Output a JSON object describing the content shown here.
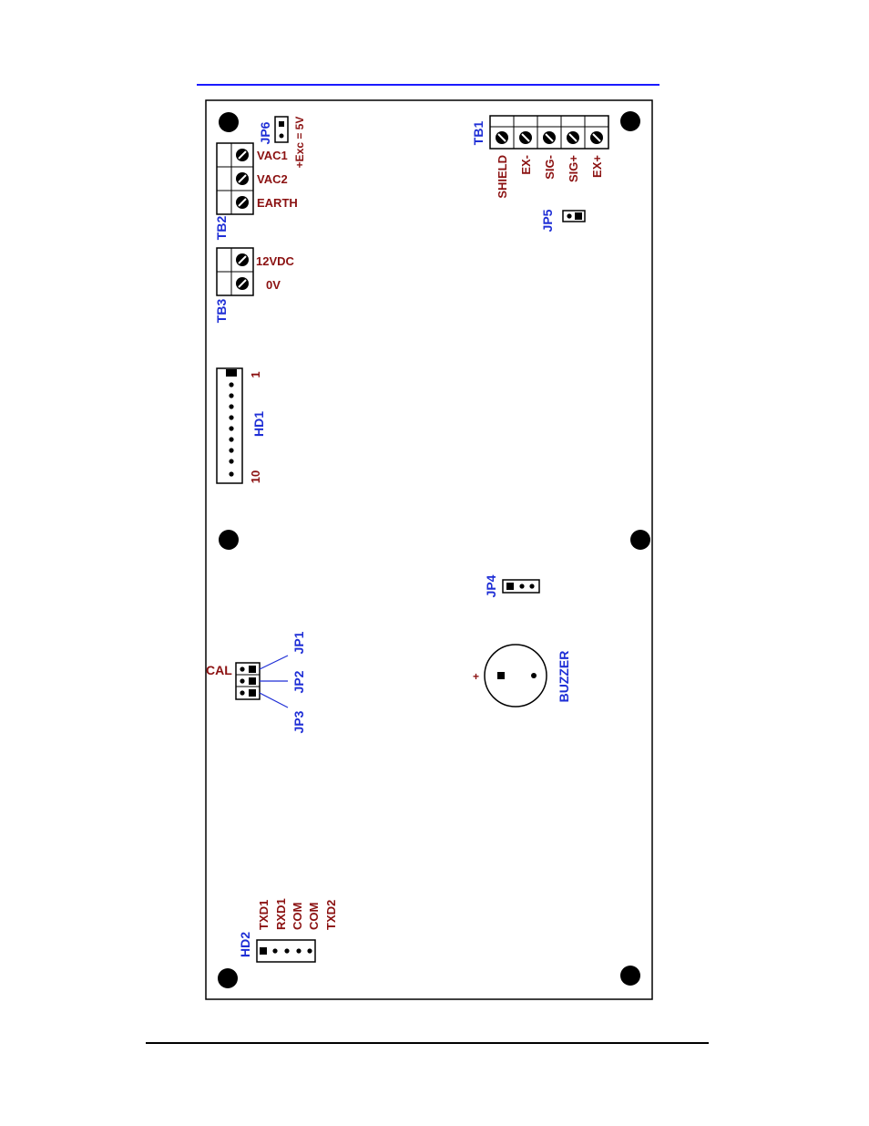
{
  "colors": {
    "blue_label": "#1f2fd6",
    "red_label": "#8b1111",
    "outline": "#000000"
  },
  "board": {
    "tb1": {
      "name": "TB1",
      "terminals": [
        "SHIELD",
        "EX-",
        "SIG-",
        "SIG+",
        "EX+"
      ]
    },
    "tb2": {
      "name": "TB2",
      "terminals": [
        "VAC1",
        "VAC2",
        "EARTH"
      ]
    },
    "tb3": {
      "name": "TB3",
      "terminals": [
        "12VDC",
        "0V"
      ]
    },
    "jp6": {
      "name": "JP6",
      "note": "+Exc = 5V"
    },
    "jp5": {
      "name": "JP5"
    },
    "jp4": {
      "name": "JP4"
    },
    "hd1": {
      "name": "HD1",
      "pin_first": "1",
      "pin_last": "10"
    },
    "cal": {
      "label": "CAL",
      "jumpers": [
        "JP1",
        "JP2",
        "JP3"
      ]
    },
    "buzzer": {
      "name": "BUZZER",
      "polarity": "+"
    },
    "hd2": {
      "name": "HD2",
      "pins": [
        "TXD1",
        "RXD1",
        "COM",
        "COM",
        "TXD2"
      ]
    }
  }
}
